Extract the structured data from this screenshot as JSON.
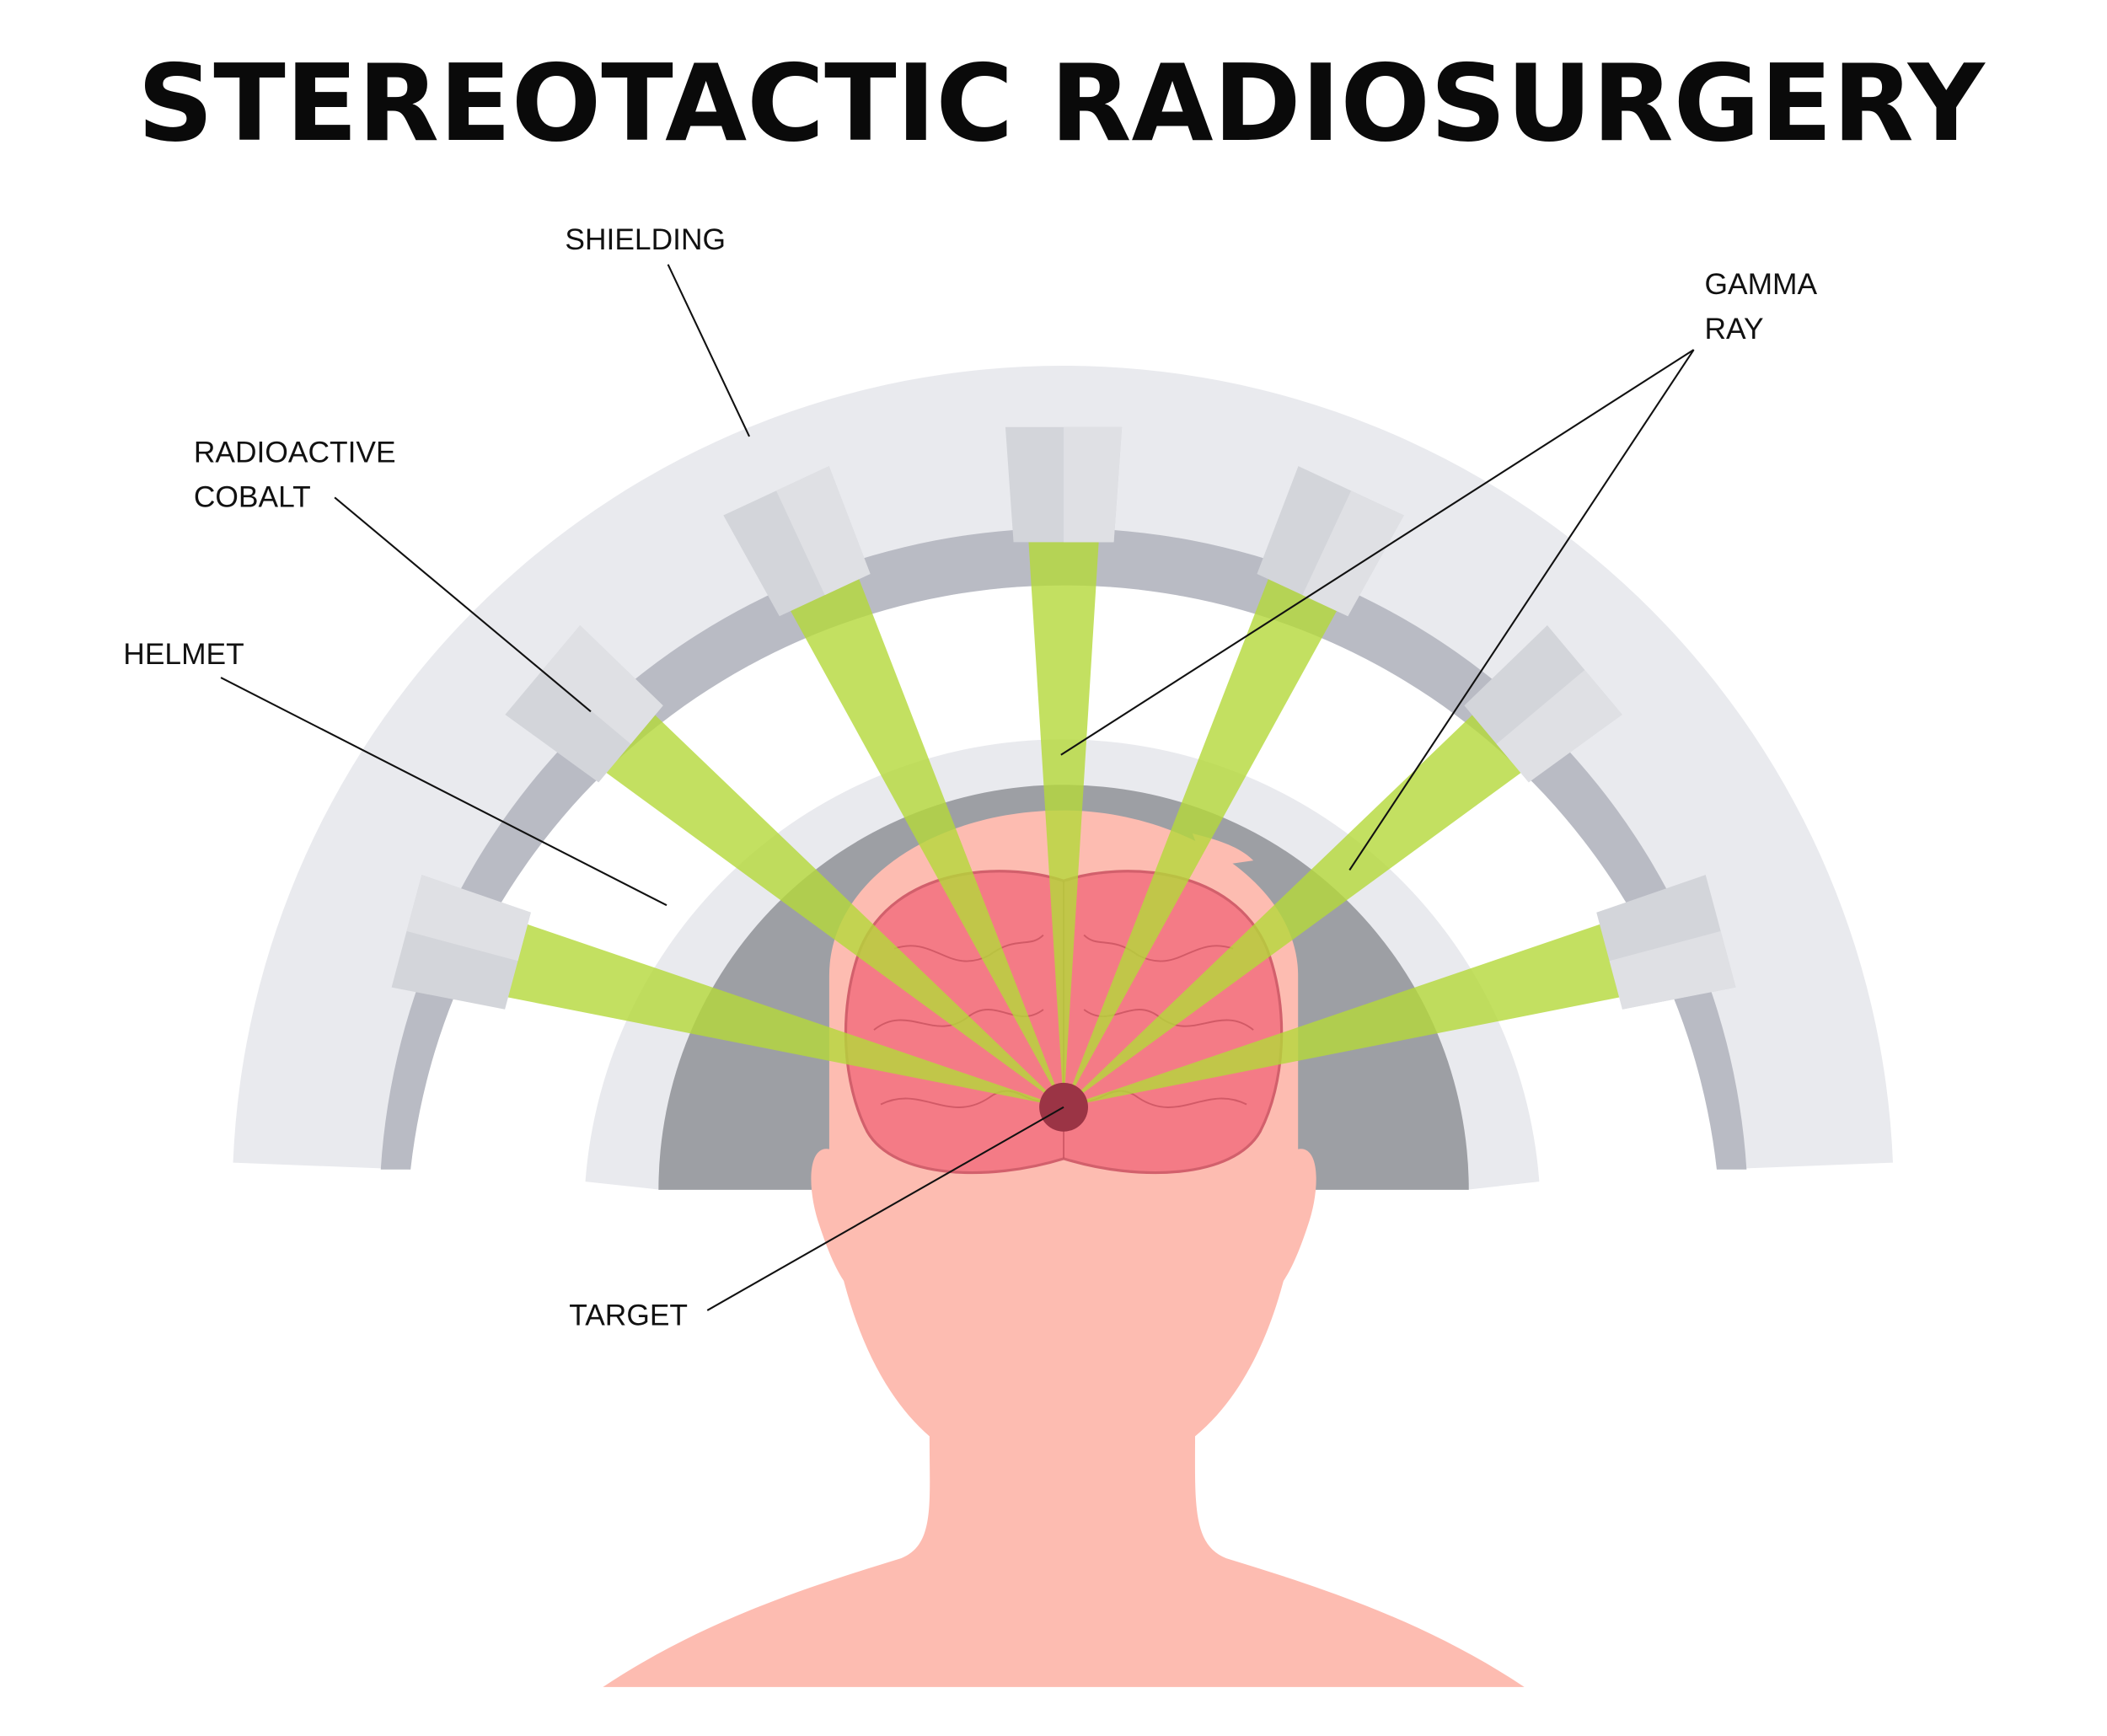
{
  "title": "STEREOTACTIC RADIOSURGERY",
  "labels": {
    "shielding": "SHIELDING",
    "radioactive_cobalt_line1": "RADIOACTIVE",
    "radioactive_cobalt_line2": "COBALT",
    "helmet": "HELMET",
    "gamma_ray_line1": "GAMMA",
    "gamma_ray_line2": "RAY",
    "target": "TARGET"
  },
  "colors": {
    "shielding": "#e9eaee",
    "ring": "#b9bbc4",
    "helmet": "#e9eaee",
    "helmet_inner": "#9d9fa4",
    "skin": "#fdbcb1",
    "brain": "#f47b86",
    "beam": "#b5d93a",
    "target": "#9b3445",
    "collimator": "#d3d5da"
  }
}
